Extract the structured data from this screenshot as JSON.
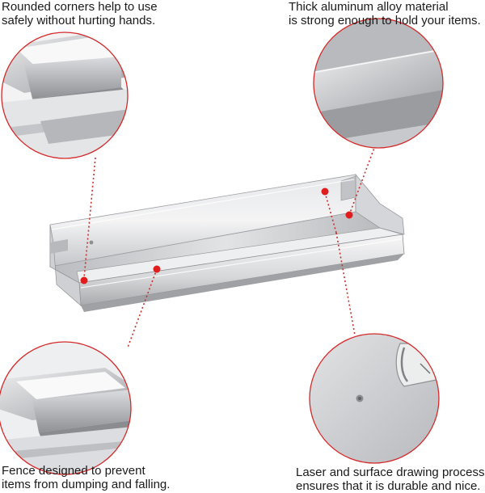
{
  "captions": {
    "top_left": {
      "line1": "Rounded corners help to use",
      "line2": "safely without hurting hands."
    },
    "top_right": {
      "line1": "Thick aluminum alloy material",
      "line2": "is strong enough to hold your items."
    },
    "bottom_left": {
      "line1": "Fence designed to prevent",
      "line2": "items from dumping and falling."
    },
    "bottom_right": {
      "line1": "Laser and surface drawing process",
      "line2": "ensures that it is durable and nice."
    }
  },
  "colors": {
    "callout_ring": "#d42a2a",
    "marker": "#e01c1c",
    "metal_light": "#e9e9ea",
    "metal_mid": "#c9cacc",
    "metal_dark": "#8e9094"
  }
}
